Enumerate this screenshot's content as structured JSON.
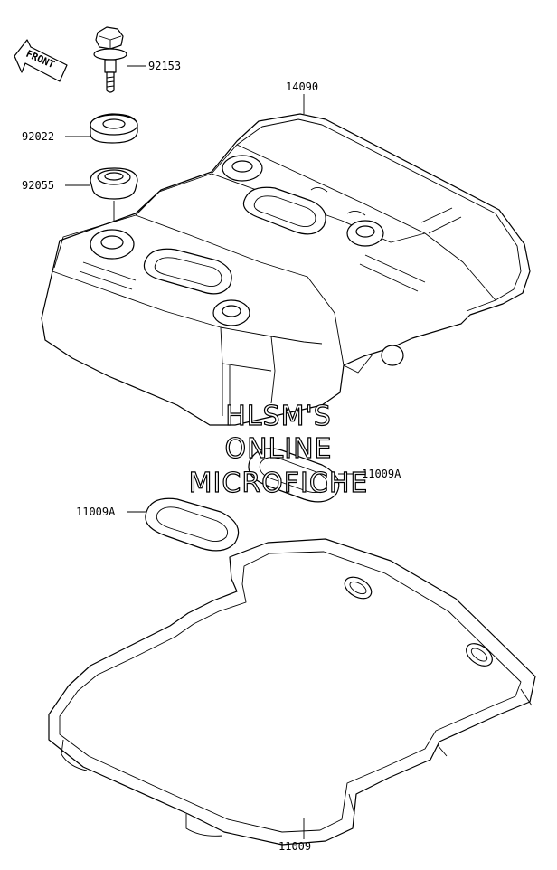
{
  "front_label": "FRONT",
  "parts": {
    "p92153": "92153",
    "p92022": "92022",
    "p92055": "92055",
    "p14090": "14090",
    "p11009A_upper": "11009A",
    "p11009A_lower": "11009A",
    "p11009": "11009"
  },
  "watermark": {
    "line1": "HLSM'S",
    "line2": "ONLINE",
    "line3": "MICROFICHE"
  }
}
